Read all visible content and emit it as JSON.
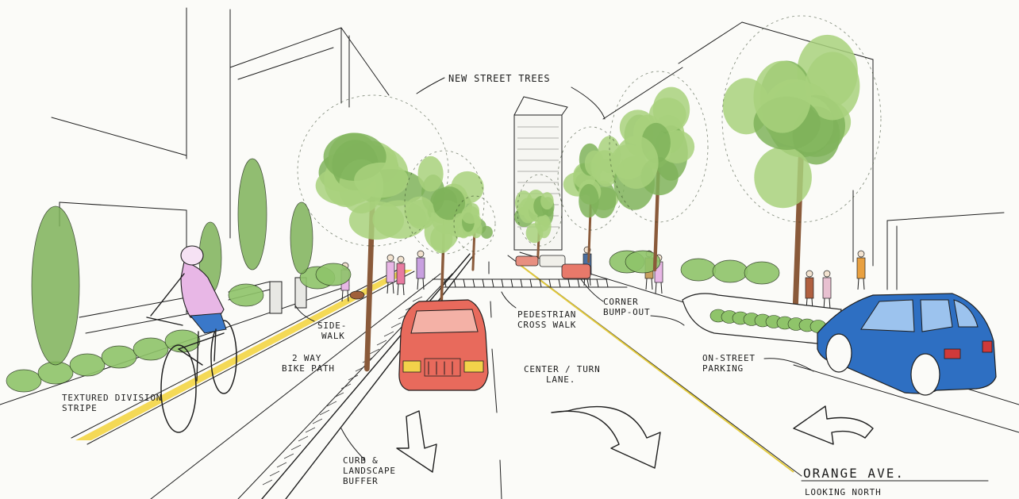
{
  "labels": {
    "new_street_trees": "NEW STREET TREES",
    "pedestrian_cross_walk_1": "PEDESTRIAN",
    "pedestrian_cross_walk_2": "CROSS WALK",
    "corner_bump_out_1": "CORNER",
    "corner_bump_out_2": "BUMP-OUT",
    "side_walk_1": "SIDE-",
    "side_walk_2": "WALK",
    "bike_path_1": "2 WAY",
    "bike_path_2": "BIKE PATH",
    "center_turn_lane_1": "CENTER / TURN",
    "center_turn_lane_2": "LANE.",
    "on_street_parking_1": "ON-STREET",
    "on_street_parking_2": "PARKING",
    "textured_division_stripe_1": "TEXTURED DIVISION",
    "textured_division_stripe_2": "STRIPE",
    "curb_landscape_buffer_1": "CURB &",
    "curb_landscape_buffer_2": "LANDSCAPE",
    "curb_landscape_buffer_3": "BUFFER",
    "street_name": "ORANGE AVE.",
    "view_direction": "LOOKING NORTH"
  },
  "colors": {
    "tree_green": "#a8d17c",
    "tree_dark": "#7fb35a",
    "shrub_green": "#8fc46a",
    "trunk_brown": "#8a5a3a",
    "red_car": "#e86a5c",
    "blue_car": "#2e6fc2",
    "yellow_stripe": "#f2d23a",
    "cyclist_shirt": "#e8b7e6",
    "cyclist_shorts": "#3a78c9"
  }
}
